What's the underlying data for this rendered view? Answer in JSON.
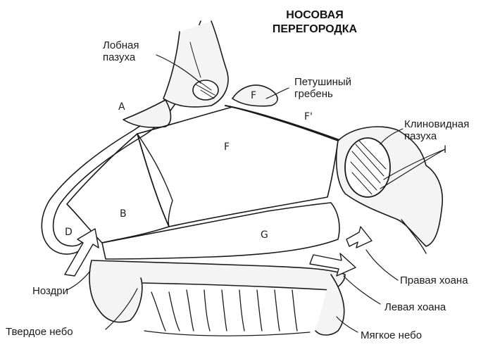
{
  "title": {
    "line1": "НОСОВАЯ",
    "line2": "ПЕРЕГОРОДКА"
  },
  "labels": {
    "frontal_sinus_1": "Лобная",
    "frontal_sinus_2": "пазуха",
    "crista_galli_1": "Петушиный",
    "crista_galli_2": "гребень",
    "sphenoid_sinus_1": "Клиновидная",
    "sphenoid_sinus_2": "пазуха",
    "nostrils": "Ноздри",
    "right_choana": "Правая хоана",
    "left_choana": "Левая хоана",
    "hard_palate": "Твердое небо",
    "soft_palate": "Мягкое небо"
  },
  "region_letters": {
    "A": "A",
    "B": "B",
    "D": "D",
    "F": "F",
    "F_crest": "F",
    "F_prime": "F'",
    "G": "G",
    "I": "I"
  },
  "colors": {
    "ink": "#1a1a1a",
    "bone_fill": "#f4f4f4",
    "paper": "#ffffff"
  }
}
